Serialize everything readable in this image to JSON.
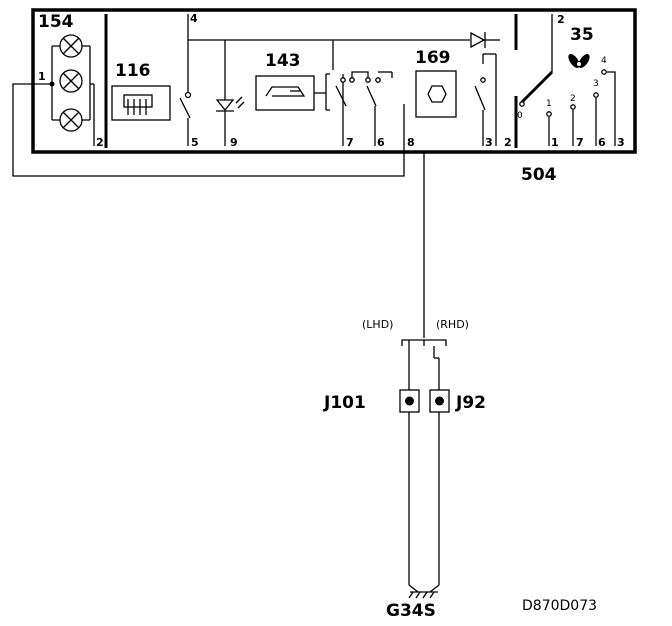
{
  "components": {
    "lamps": "154",
    "rheostat": "116",
    "unit_143": "143",
    "unit_169": "169",
    "fan": "35",
    "switch_assembly": "504"
  },
  "pins": {
    "lamps_in": "1",
    "lamps_out": "2",
    "top_left": "4",
    "switch_5": "5",
    "led_9": "9",
    "relay_7": "7",
    "relay_6": "6",
    "harness_8": "8",
    "pin_3": "3",
    "pin_2": "2",
    "top_right": "2"
  },
  "fan_switch": {
    "positions": [
      "0",
      "1",
      "2",
      "3",
      "4"
    ],
    "bottom_pins": [
      "1",
      "7",
      "6",
      "3"
    ]
  },
  "harness": {
    "lhd_label": "(LHD)",
    "rhd_label": "(RHD)"
  },
  "connectors": {
    "left": "J101",
    "right": "J92"
  },
  "ground": "G34S",
  "drawing_id": "D870D073"
}
